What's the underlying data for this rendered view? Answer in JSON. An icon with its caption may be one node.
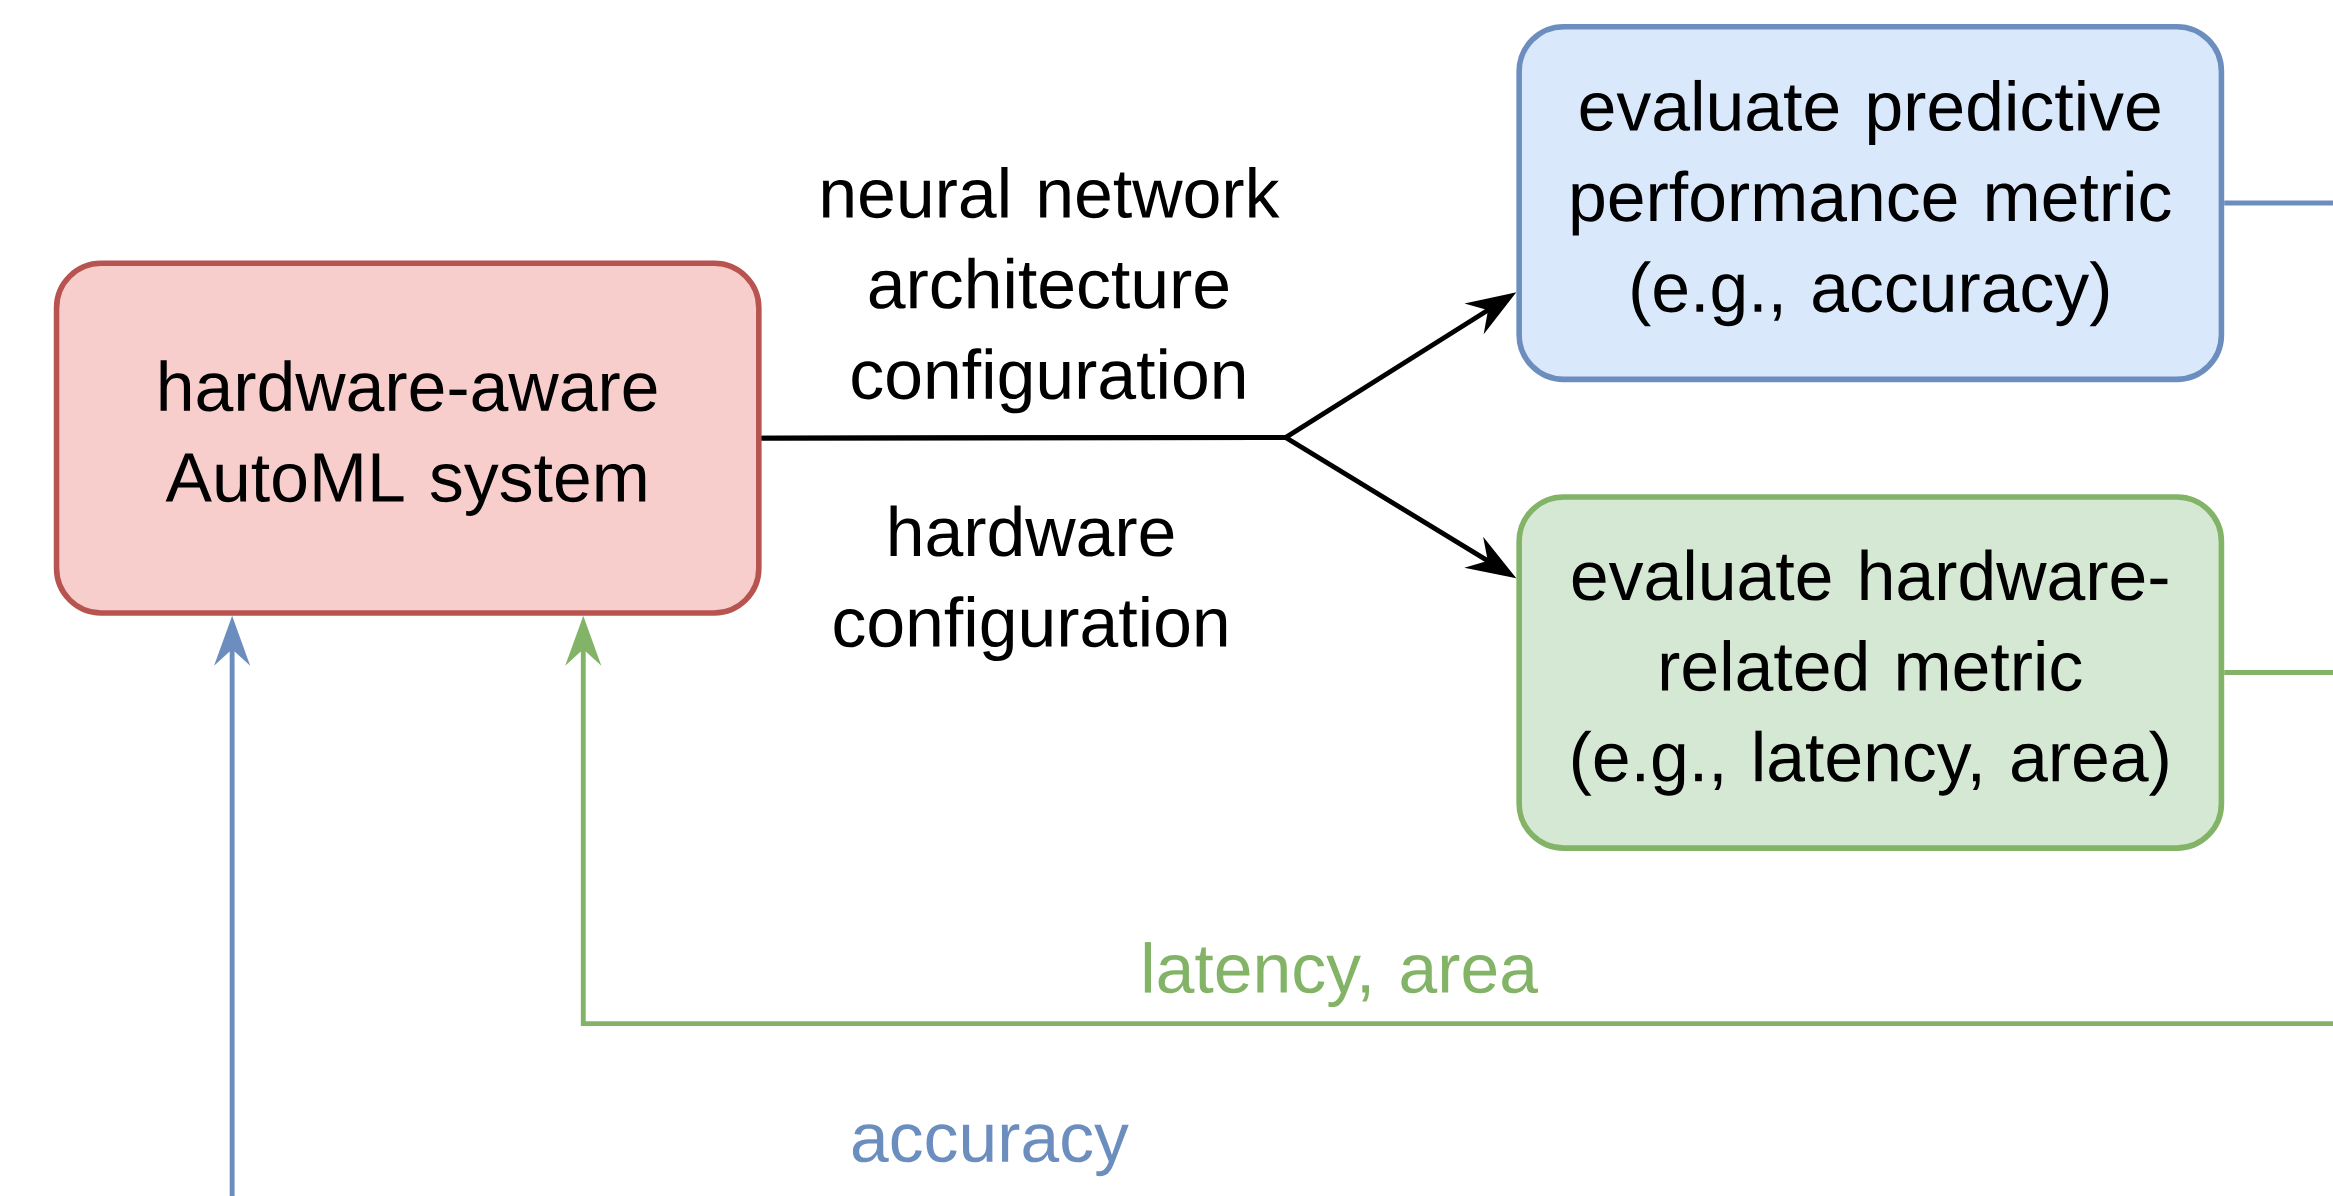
{
  "diagram": {
    "nodes": [
      {
        "text": [
          "hardware-aware AutoML system"
        ]
      },
      {
        "text": [
          "evaluate predictive performance metric (e.g., accuracy)"
        ]
      },
      {
        "text": [
          "evaluate hardware-related metric (e.g., latency, area)"
        ]
      }
    ],
    "edges": [
      {
        "from": 0,
        "to": 1,
        "arrow": "to",
        "label": "neural network architecture configuration"
      },
      {
        "from": 0,
        "to": 2,
        "arrow": "to",
        "label": "hardware configuration"
      },
      {
        "from": 1,
        "to": 0,
        "arrow": "to",
        "label": "accuracy",
        "color": "#6c8ebf"
      },
      {
        "from": 2,
        "to": 0,
        "arrow": "to",
        "label": "latency, area",
        "color": "#82b366"
      }
    ]
  }
}
